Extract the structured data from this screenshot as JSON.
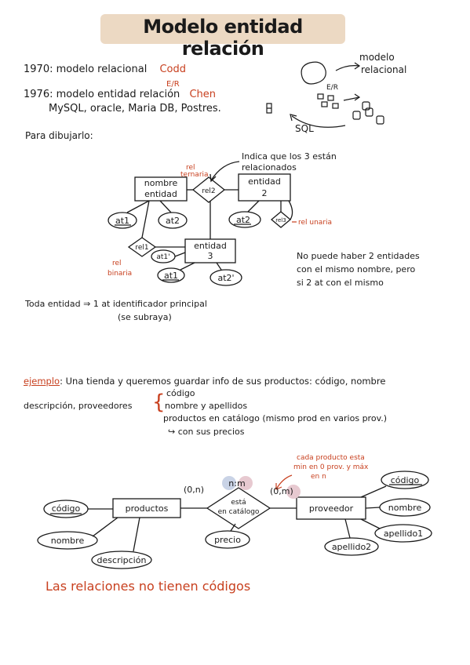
{
  "title": "Modelo entidad relación",
  "history": {
    "line1_prefix": "1970: modelo relacional",
    "line1_author": "Codd",
    "er_tag": "E/R",
    "line2_prefix": "1976: modelo entidad relación",
    "line2_author": "Chen",
    "line3": "MySQL, oracle, Maria DB, Postres."
  },
  "sketch": {
    "label_model": "modelo",
    "label_relational": "relacional",
    "label_er": "E/R",
    "label_sql": "SQL"
  },
  "para_dibujar": "Para dibujarlo:",
  "diagram1": {
    "note_top_1": "Indica que los 3 están",
    "note_top_2": "relacionados",
    "rel_ternaria_1": "rel",
    "rel_ternaria_2": "ternaria",
    "entity1_line1": "nombre",
    "entity1_line2": "entidad",
    "rel2": "rel2",
    "entity2_line1": "entidad",
    "entity2_line2": "2",
    "at1": "at1",
    "at2a": "at2",
    "at2b": "at2",
    "rel3": "rel3",
    "rel_unaria": "rel unaria",
    "rel1": "rel1",
    "at1p": "at1'",
    "entity3_line1": "entidad",
    "entity3_line2": "3",
    "rel_binaria_1": "rel",
    "rel_binaria_2": "binaria",
    "at1b": "at1",
    "at2p": "at2'",
    "note_right_1": "No puede haber 2 entidades",
    "note_right_2": "con el mismo nombre, pero",
    "note_right_3": "si 2 at con el mismo"
  },
  "rule_1": "Toda entidad ⇒ 1 at identificador principal",
  "rule_2": "(se subraya)",
  "example": {
    "label": "ejemplo",
    "text": ": Una tienda y queremos guardar info de sus productos: código, nombre",
    "left": "descripción, proveedores",
    "brace_1": "código",
    "brace_2": "nombre y apellidos",
    "brace_3": "productos en catálogo (mismo prod en varios prov.)",
    "brace_4": "↪ con sus precios"
  },
  "diagram2": {
    "note_1": "cada producto esta",
    "note_2": "min en 0 prov. y máx",
    "note_3": "en n",
    "card_left": "(0,n)",
    "card_nm": "n:m",
    "card_right": "(0,m)",
    "codigo_left": "código",
    "productos": "productos",
    "rel_1": "está",
    "rel_2": "en catálogo",
    "proveedor": "proveedor",
    "codigo_right": "código",
    "nombre_right": "nombre",
    "nombre_left": "nombre",
    "precio": "precio",
    "apellido1": "apellido1",
    "apellido2": "apellido2",
    "descripcion": "descripción"
  },
  "footer": "Las relaciones no tienen códigos"
}
